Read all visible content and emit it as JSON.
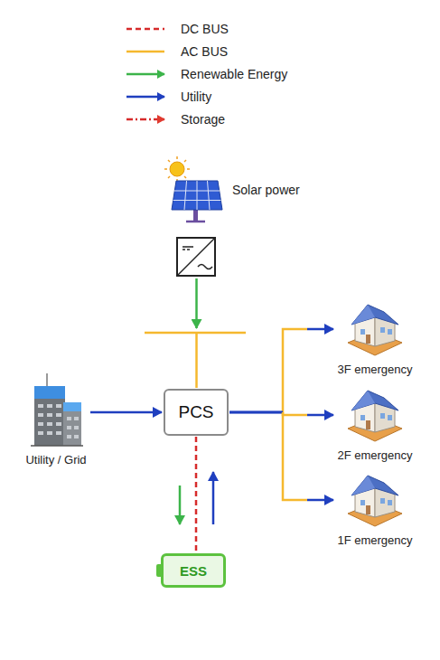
{
  "diagram": {
    "nodes": [
      {
        "text": [
          "Solar power"
        ]
      },
      {
        "text": [
          "Utility / Grid"
        ]
      },
      {
        "text": [
          "PCS"
        ]
      },
      {
        "text": [
          "3F emergency"
        ]
      },
      {
        "text": [
          "2F emergency"
        ]
      },
      {
        "text": [
          "1F emergency"
        ]
      },
      {
        "text": [
          "ESS"
        ]
      }
    ],
    "edges": [
      {
        "from": 0,
        "to": 2,
        "arrow": "to"
      },
      {
        "from": 1,
        "to": 2,
        "arrow": "to"
      },
      {
        "from": 2,
        "to": 3,
        "arrow": "to"
      },
      {
        "from": 2,
        "to": 4,
        "arrow": "to"
      },
      {
        "from": 2,
        "to": 5,
        "arrow": "to"
      },
      {
        "from": 2,
        "to": 6,
        "arrow": "both"
      }
    ],
    "legend": [
      {
        "text": "DC BUS"
      },
      {
        "text": "AC BUS"
      },
      {
        "text": "Renewable Energy"
      },
      {
        "text": "Utility"
      },
      {
        "text": "Storage"
      }
    ]
  }
}
